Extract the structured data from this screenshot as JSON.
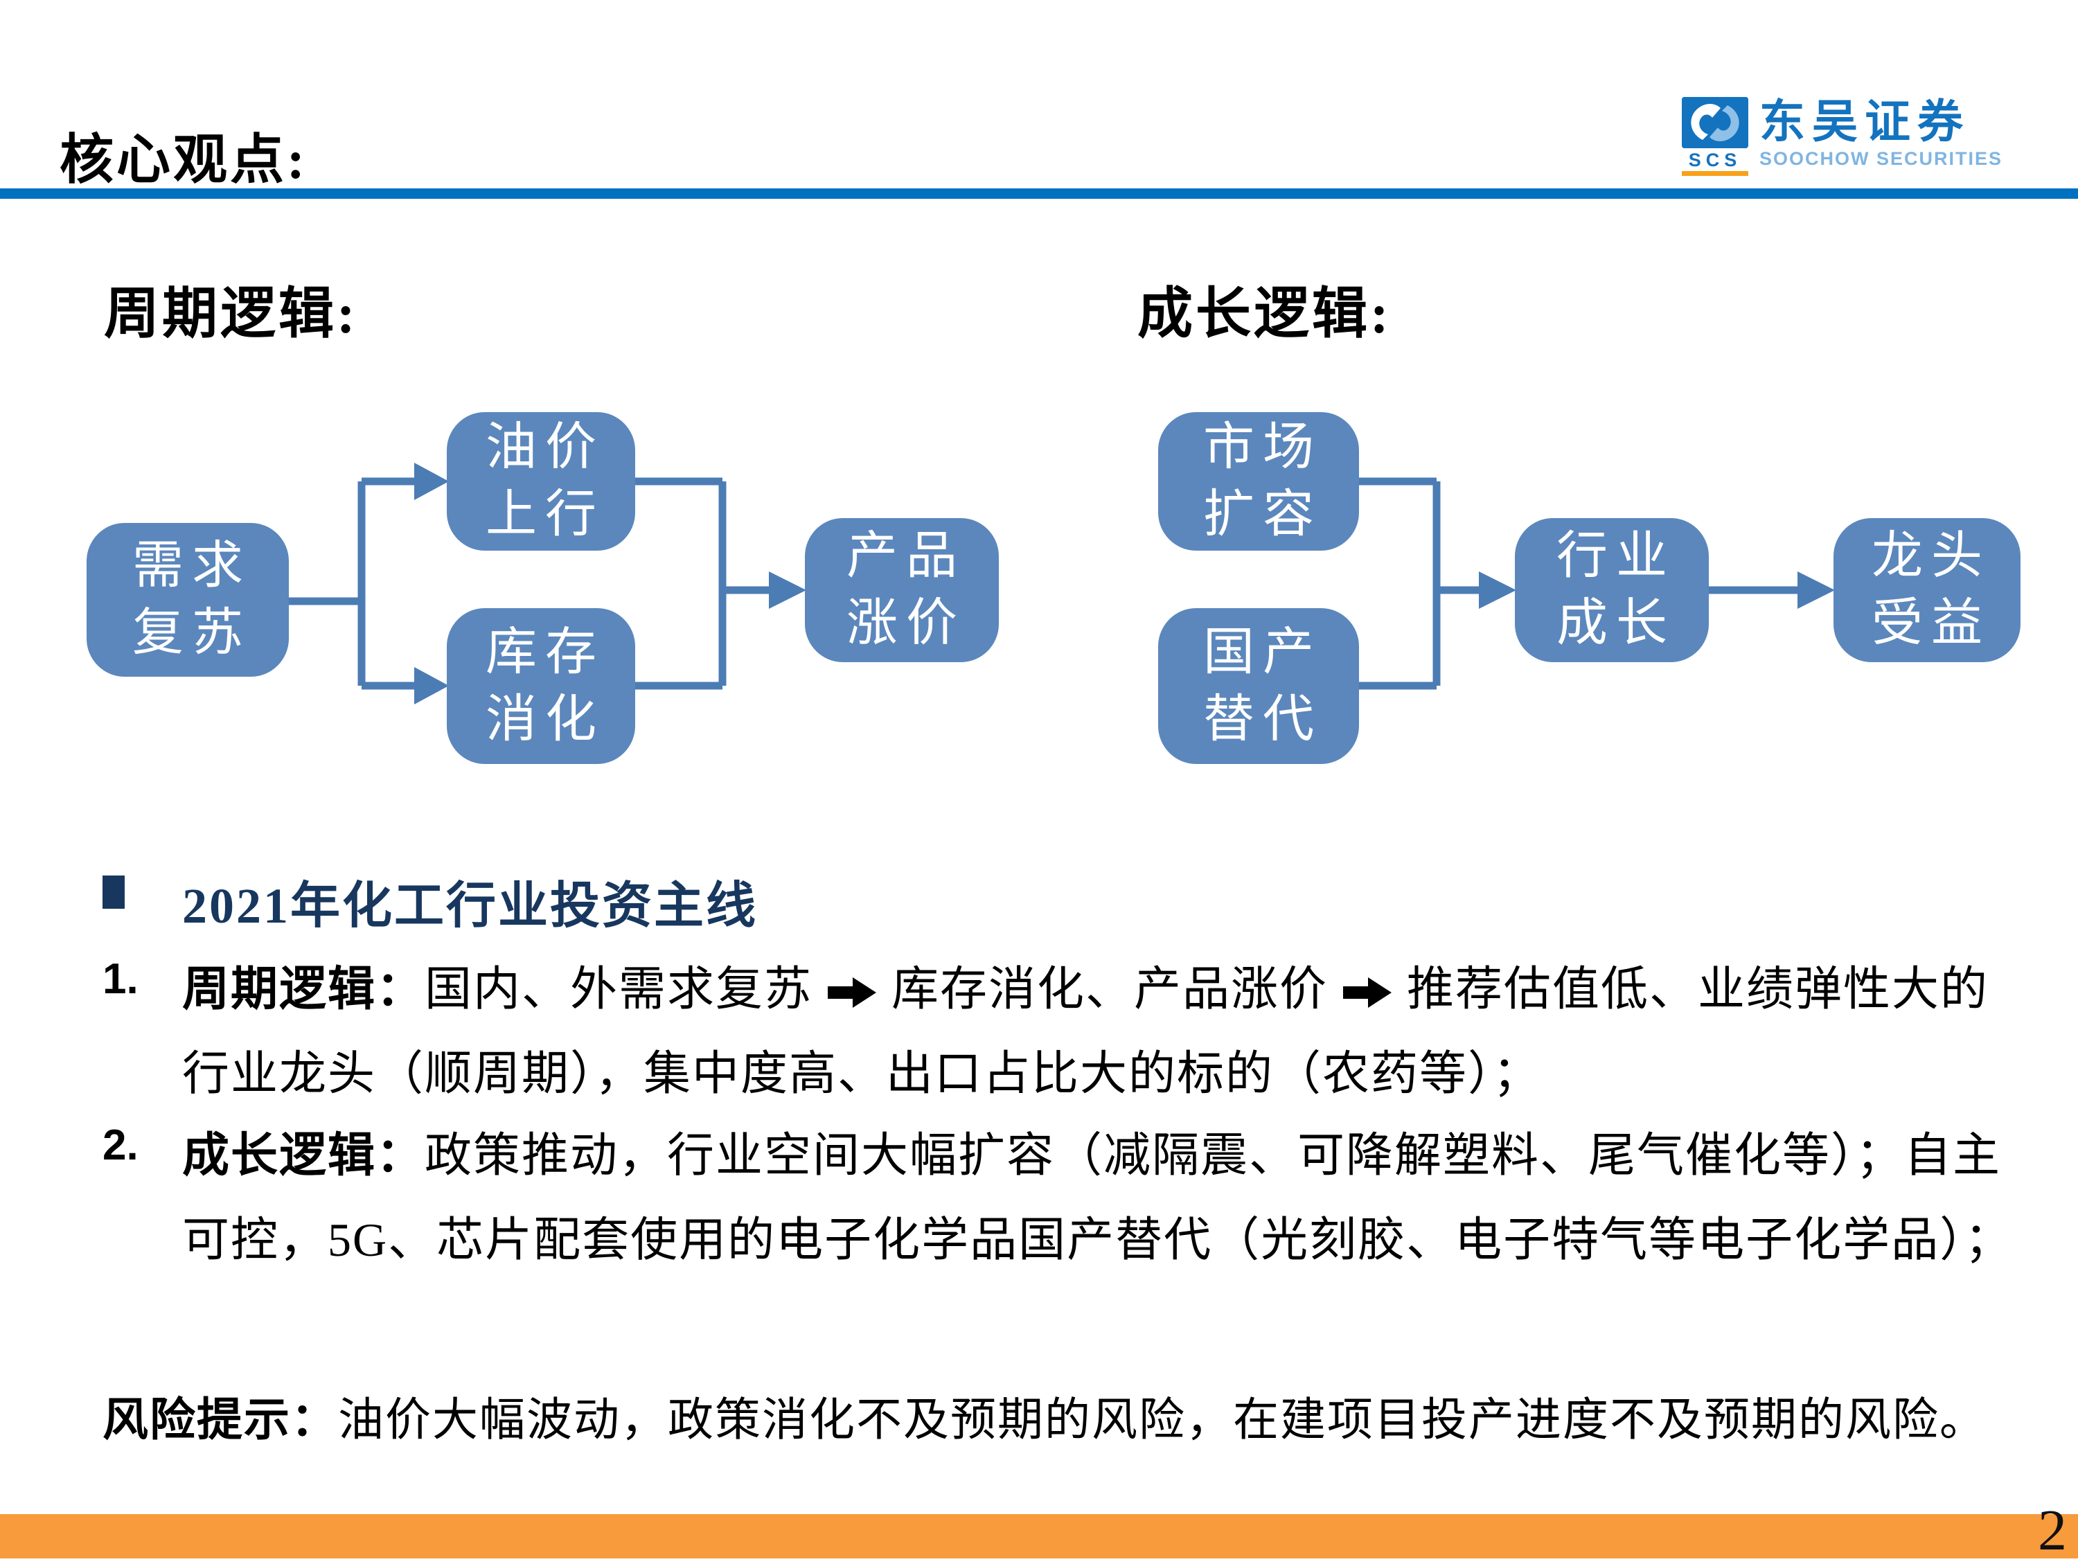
{
  "page": {
    "title": "核心观点:",
    "page_number": "2"
  },
  "logo": {
    "mark_text": "SCS",
    "name_cn": "东吴证券",
    "name_en": "SOOCHOW SECURITIES"
  },
  "colors": {
    "rule_blue": "#0070C0",
    "box_blue": "#5B87BC",
    "connector_blue": "#4C7CB4",
    "heading_navy": "#17375E",
    "footer_orange": "#F89B3C",
    "logo_blue": "#1473BE",
    "logo_light_blue": "#7FB5E2",
    "logo_orange": "#F7A21A"
  },
  "diagrams": {
    "cycle": {
      "heading": "周期逻辑:",
      "boxes": [
        {
          "line1": "需求",
          "line2": "复苏"
        },
        {
          "line1": "油价",
          "line2": "上行"
        },
        {
          "line1": "库存",
          "line2": "消化"
        },
        {
          "line1": "产品",
          "line2": "涨价"
        }
      ]
    },
    "growth": {
      "heading": "成长逻辑:",
      "boxes": [
        {
          "line1": "市场",
          "line2": "扩容"
        },
        {
          "line1": "国产",
          "line2": "替代"
        },
        {
          "line1": "行业",
          "line2": "成长"
        },
        {
          "line1": "龙头",
          "line2": "受益"
        }
      ]
    }
  },
  "main": {
    "section_heading": "2021年化工行业投资主线",
    "items": [
      {
        "num": "1.",
        "lines": [
          [
            {
              "b": "周期逻辑："
            },
            {
              "t": "国内、外需求复苏"
            },
            {
              "a": true
            },
            {
              "t": "库存消化、产品涨价"
            },
            {
              "a": true
            },
            {
              "t": "推荐估值低、业绩弹性大的"
            }
          ],
          [
            {
              "t": "行业龙头（顺周期），集中度高、出口占比大的标的（农药等）；"
            }
          ]
        ]
      },
      {
        "num": "2.",
        "lines": [
          [
            {
              "b": "成长逻辑："
            },
            {
              "t": "政策推动，行业空间大幅扩容（减隔震、可降解塑料、尾气催化等）；自主"
            }
          ],
          [
            {
              "t": "可控，5G、芯片配套使用的电子化学品国产替代（光刻胶、电子特气等电子化学品）；"
            }
          ]
        ]
      }
    ],
    "risk": {
      "lead": "风险提示：",
      "text": "油价大幅波动，政策消化不及预期的风险，在建项目投产进度不及预期的风险。"
    }
  }
}
